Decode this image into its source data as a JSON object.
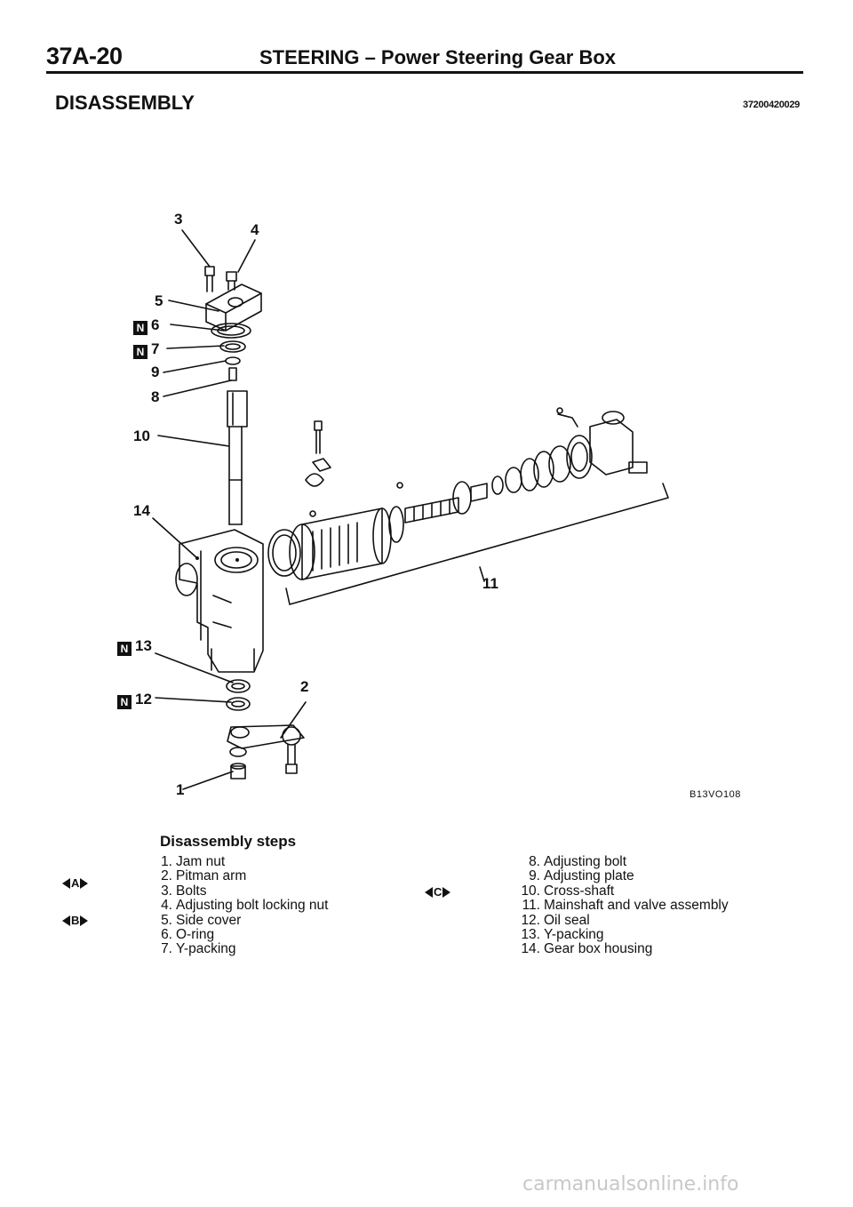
{
  "header": {
    "page_number": "37A-20",
    "title": "STEERING – Power Steering Gear Box"
  },
  "section": {
    "title": "DISASSEMBLY",
    "doc_id": "37200420029"
  },
  "figure": {
    "code": "B13VO108",
    "callouts": {
      "c1": "1",
      "c2": "2",
      "c3": "3",
      "c4": "4",
      "c5": "5",
      "c6": "6",
      "c7": "7",
      "c8": "8",
      "c9": "9",
      "c10": "10",
      "c11": "11",
      "c12": "12",
      "c13": "13",
      "c14": "14"
    },
    "new_part_mark": "N"
  },
  "steps": {
    "heading": "Disassembly steps",
    "left": [
      {
        "num": "1.",
        "text": "Jam nut"
      },
      {
        "num": "2.",
        "text": "Pitman arm"
      },
      {
        "num": "3.",
        "text": "Bolts"
      },
      {
        "num": "4.",
        "text": "Adjusting bolt locking nut"
      },
      {
        "num": "5.",
        "text": "Side cover"
      },
      {
        "num": "6.",
        "text": "O-ring"
      },
      {
        "num": "7.",
        "text": "Y-packing"
      }
    ],
    "right": [
      {
        "num": "8.",
        "text": "Adjusting bolt"
      },
      {
        "num": "9.",
        "text": "Adjusting plate"
      },
      {
        "num": "10.",
        "text": "Cross-shaft"
      },
      {
        "num": "11.",
        "text": "Mainshaft and valve assembly"
      },
      {
        "num": "12.",
        "text": "Oil seal"
      },
      {
        "num": "13.",
        "text": "Y-packing"
      },
      {
        "num": "14.",
        "text": "Gear box housing"
      }
    ],
    "markers": {
      "a": "A",
      "b": "B",
      "c": "C"
    }
  },
  "watermark": "carmanualsonline.info"
}
